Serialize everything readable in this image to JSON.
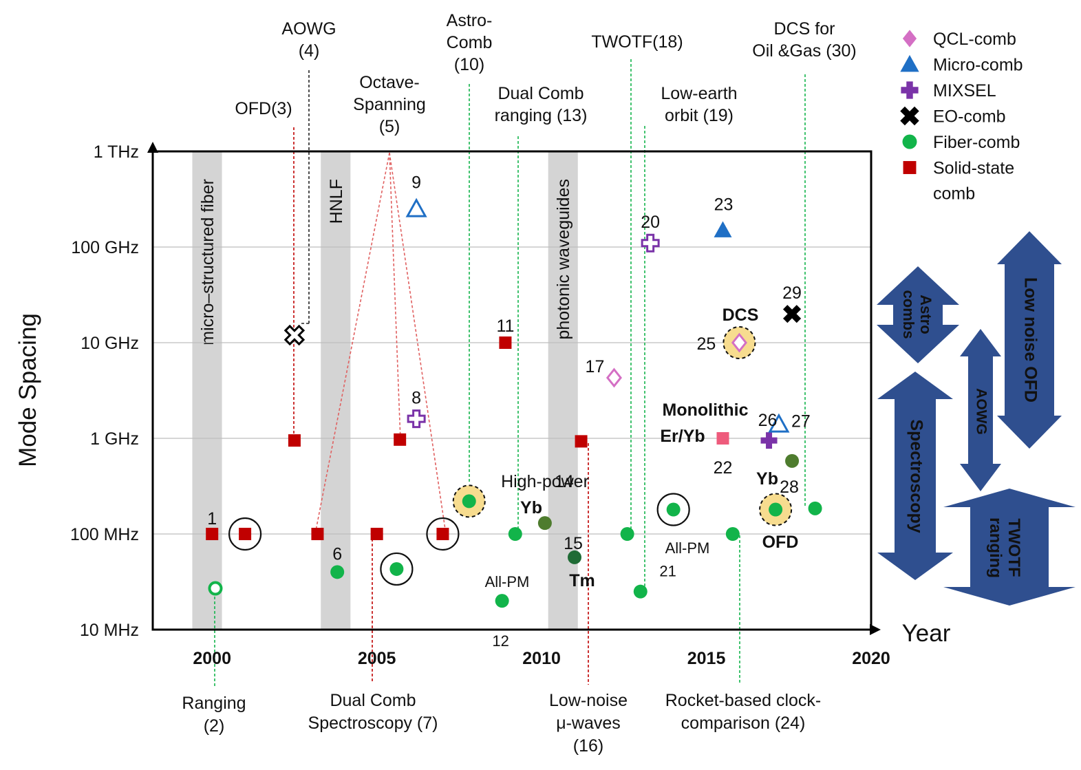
{
  "chart_data": {
    "type": "scatter",
    "title": "",
    "xlabel": "Year",
    "ylabel": "Mode Spacing",
    "x_ticks": [
      "2000",
      "2005",
      "2010",
      "2015",
      "2020"
    ],
    "xlim": [
      1998.2,
      2020
    ],
    "y_ticks": [
      "10 MHz",
      "100 MHz",
      "1 GHz",
      "10 GHz",
      "100 GHz",
      "1 THz"
    ],
    "y_scale": "log",
    "ylim_hz": [
      10000000,
      1000000000000
    ],
    "grid": true,
    "legend_placement": "top-right",
    "colors": {
      "qcl": "#d46fc4",
      "micro": "#1f6fc5",
      "mixsel": "#7a33a8",
      "eo": "#000000",
      "fiber": "#12b44a",
      "solid": "#c00000",
      "fiber_dark": "#4e7c2e",
      "fiber_darker": "#1f6b35",
      "monolithic": "#ee5b7c",
      "arrow": "#2f4f8f",
      "band": "#d4d4d4"
    },
    "legend": [
      {
        "key": "qcl",
        "label": "QCL-comb",
        "marker": "diamond"
      },
      {
        "key": "micro",
        "label": "Micro-comb",
        "marker": "triangle"
      },
      {
        "key": "mixsel",
        "label": "MIXSEL",
        "marker": "plus"
      },
      {
        "key": "eo",
        "label": "EO-comb",
        "marker": "x"
      },
      {
        "key": "fiber",
        "label": "Fiber-comb",
        "marker": "circle"
      },
      {
        "key": "solid",
        "label": "Solid-state",
        "label2": "comb",
        "marker": "square"
      }
    ],
    "bands": [
      {
        "label": "micro–structured fiber",
        "x0": 1999.4,
        "x1": 2000.3
      },
      {
        "label": "HNLF",
        "x0": 2003.3,
        "x1": 2004.2
      },
      {
        "label": "photonic waveguides",
        "x0": 2010.2,
        "x1": 2011.1
      }
    ],
    "points": [
      {
        "name": "1",
        "x": 2000.0,
        "y": 100000000,
        "type": "solid"
      },
      {
        "name": "",
        "x": 2000.1,
        "y": 27000000,
        "type": "fiber",
        "hollow": true
      },
      {
        "name": "",
        "x": 2001.0,
        "y": 100000000,
        "type": "solid",
        "ring": true
      },
      {
        "name": "",
        "x": 2002.5,
        "y": 12000000000,
        "type": "eo",
        "hollow": true
      },
      {
        "name": "",
        "x": 2002.5,
        "y": 950000000,
        "type": "solid"
      },
      {
        "name": "",
        "x": 2003.2,
        "y": 100000000,
        "type": "solid"
      },
      {
        "name": "6",
        "x": 2003.8,
        "y": 40000000,
        "type": "fiber"
      },
      {
        "name": "",
        "x": 2005.0,
        "y": 100000000,
        "type": "solid"
      },
      {
        "name": "",
        "x": 2005.6,
        "y": 43000000,
        "type": "fiber",
        "ring": true
      },
      {
        "name": "",
        "x": 2005.7,
        "y": 970000000,
        "type": "solid"
      },
      {
        "name": "8",
        "x": 2006.2,
        "y": 1600000000,
        "type": "mixsel",
        "hollow": true
      },
      {
        "name": "9",
        "x": 2006.2,
        "y": 250000000000,
        "type": "micro",
        "hollow": true
      },
      {
        "name": "",
        "x": 2007.0,
        "y": 100000000,
        "type": "solid",
        "ring": true
      },
      {
        "name": "",
        "x": 2007.8,
        "y": 220000000,
        "type": "fiber",
        "halo": true
      },
      {
        "name": "11",
        "x": 2008.9,
        "y": 10000000000,
        "type": "solid"
      },
      {
        "name": "12",
        "x": 2008.8,
        "y": 20000000,
        "type": "fiber"
      },
      {
        "name": "",
        "x": 2009.2,
        "y": 100000000,
        "type": "fiber"
      },
      {
        "name": "14",
        "x": 2010.1,
        "y": 130000000,
        "type": "fiber_dark"
      },
      {
        "name": "15",
        "x": 2011.0,
        "y": 57000000,
        "type": "fiber_darker"
      },
      {
        "name": "",
        "x": 2011.2,
        "y": 930000000,
        "type": "solid"
      },
      {
        "name": "17",
        "x": 2012.2,
        "y": 4300000000,
        "type": "qcl",
        "hollow": true
      },
      {
        "name": "",
        "x": 2012.6,
        "y": 100000000,
        "type": "fiber"
      },
      {
        "name": "",
        "x": 2013.0,
        "y": 25000000,
        "type": "fiber"
      },
      {
        "name": "20",
        "x": 2013.3,
        "y": 110000000000,
        "type": "mixsel",
        "hollow": true
      },
      {
        "name": "21",
        "x": 2014.0,
        "y": 180000000,
        "type": "fiber",
        "ring": true
      },
      {
        "name": "22",
        "x": 2015.5,
        "y": 1000000000,
        "type": "monolithic"
      },
      {
        "name": "23",
        "x": 2015.5,
        "y": 150000000000,
        "type": "micro"
      },
      {
        "name": "",
        "x": 2015.8,
        "y": 100000000,
        "type": "fiber"
      },
      {
        "name": "25",
        "x": 2016.0,
        "y": 10000000000,
        "type": "qcl",
        "hollow": true,
        "halo": true
      },
      {
        "name": "26",
        "x": 2016.9,
        "y": 950000000,
        "type": "mixsel"
      },
      {
        "name": "27",
        "x": 2017.2,
        "y": 1400000000,
        "type": "micro",
        "hollow": true
      },
      {
        "name": "",
        "x": 2017.1,
        "y": 180000000,
        "type": "fiber",
        "halo": true
      },
      {
        "name": "28",
        "x": 2017.6,
        "y": 580000000,
        "type": "fiber_dark"
      },
      {
        "name": "29",
        "x": 2017.6,
        "y": 20000000000,
        "type": "eo"
      },
      {
        "name": "",
        "x": 2018.3,
        "y": 185000000,
        "type": "fiber"
      }
    ],
    "labels": {
      "yb14": "Yb",
      "tm": "Tm",
      "allpm12": "All-PM",
      "allpm21": "All-PM",
      "highpower": "High-power",
      "dcs": "DCS",
      "monolithic1": "Monolithic",
      "monolithic2": "Er/Yb",
      "yb28": "Yb",
      "ofd": "OFD"
    },
    "top_annotations": [
      {
        "lines": [
          "OFD(3)"
        ],
        "color": "#c00000"
      },
      {
        "lines": [
          "AOWG",
          "(4)"
        ],
        "color": "#222222"
      },
      {
        "lines": [
          "Octave-",
          "Spanning",
          "(5)"
        ],
        "color": "#e06060"
      },
      {
        "lines": [
          "Astro-",
          "Comb",
          "(10)"
        ],
        "color": "#12b44a"
      },
      {
        "lines": [
          "Dual Comb",
          "ranging (13)"
        ],
        "color": "#12b44a"
      },
      {
        "lines": [
          "TWOTF(18)"
        ],
        "color": "#12b44a"
      },
      {
        "lines": [
          "Low-earth",
          "orbit (19)"
        ],
        "color": "#12b44a"
      },
      {
        "lines": [
          "DCS for",
          "Oil &Gas (30)"
        ],
        "color": "#12b44a"
      }
    ],
    "bottom_annotations": [
      {
        "lines": [
          "Ranging",
          "(2)"
        ],
        "color": "#12b44a"
      },
      {
        "lines": [
          "Dual Comb",
          "Spectroscopy (7)"
        ],
        "color": "#c00000"
      },
      {
        "lines": [
          "Low-noise",
          "μ-waves",
          "(16)"
        ],
        "color": "#c00000"
      },
      {
        "lines": [
          "Rocket-based clock-",
          "comparison (24)"
        ],
        "color": "#12b44a"
      }
    ],
    "ranges": [
      {
        "label": "Astro combs"
      },
      {
        "label": "Low noise OFD"
      },
      {
        "label": "AOWG"
      },
      {
        "label": "Spectroscopy"
      },
      {
        "label": "TWOTF ranging"
      }
    ]
  }
}
